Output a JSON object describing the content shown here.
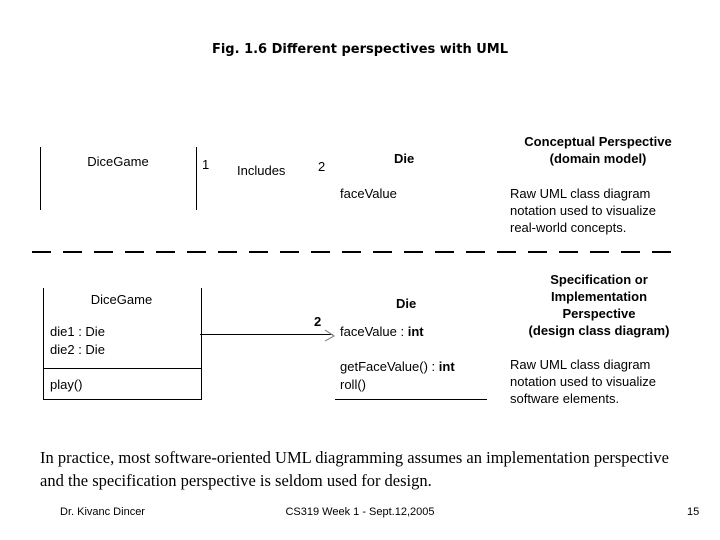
{
  "title": "Fig. 1.6 Different perspectives with UML",
  "top_diagram": {
    "dice_game_label": "DiceGame",
    "mult_left": "1",
    "association_label": "Includes",
    "mult_right": "2",
    "die_label": "Die",
    "die_attribute": "faceValue",
    "perspective_heading_lines": [
      "Conceptual Perspective",
      "(domain model)"
    ],
    "description_lines": [
      "Raw UML class diagram",
      "notation used to visualize",
      "real-world concepts."
    ]
  },
  "bottom_diagram": {
    "dice_game_label": "DiceGame",
    "dice_game_attributes": [
      "die1 : Die",
      "die2 : Die"
    ],
    "dice_game_operation": "play()",
    "mult_label": "2",
    "die_label": "Die",
    "die_attribute_name": "faceValue : ",
    "die_attribute_type": "int",
    "die_operation1_name": "getFaceValue() : ",
    "die_operation1_type": "int",
    "die_operation2": "roll()",
    "perspective_heading_lines": [
      "Specification or",
      "Implementation",
      "Perspective",
      "(design class diagram)"
    ],
    "description_lines": [
      "Raw UML class diagram",
      "notation used to visualize",
      "software elements."
    ]
  },
  "body_text": "In practice, most software-oriented UML diagramming assumes an implementation perspective and the specification perspective is seldom used for design.",
  "footer": {
    "author": "Dr. Kivanc Dincer",
    "course": "CS319 Week 1 - Sept.12,2005",
    "page_number": "15"
  },
  "colors": {
    "line": "#000000",
    "arrowhead": "#888888",
    "background": "#ffffff"
  }
}
